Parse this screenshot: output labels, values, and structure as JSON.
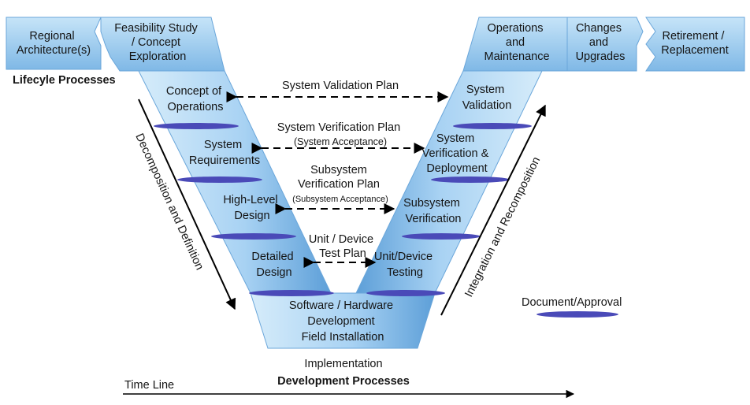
{
  "top_left": {
    "regional": [
      "Regional",
      "Architecture(s)"
    ],
    "feasibility": [
      "Feasibility Study",
      "/ Concept",
      "Exploration"
    ],
    "lifecycle_label": "Lifecyle Processes"
  },
  "top_right": {
    "operations": [
      "Operations",
      "and",
      "Maintenance"
    ],
    "changes": [
      "Changes",
      "and",
      "Upgrades"
    ],
    "retirement": [
      "Retirement /",
      "Replacement"
    ]
  },
  "left_leg": [
    [
      "Concept of",
      "Operations"
    ],
    [
      "System",
      "Requirements"
    ],
    [
      "High-Level",
      "Design"
    ],
    [
      "Detailed",
      "Design"
    ]
  ],
  "right_leg": [
    [
      "System",
      "Validation"
    ],
    [
      "System",
      "Verification &",
      "Deployment"
    ],
    [
      "Subsystem",
      "Verification"
    ],
    [
      "Unit/Device",
      "Testing"
    ]
  ],
  "bottom_block": [
    "Software / Hardware",
    "Development",
    "Field Installation"
  ],
  "plans": {
    "validation": "System Validation Plan",
    "verification": [
      "System Verification Plan",
      "(System Acceptance)"
    ],
    "subsystem": [
      "Subsystem",
      "Verification Plan",
      "(Subsystem Acceptance)"
    ],
    "unit": [
      "Unit / Device",
      "Test Plan"
    ]
  },
  "side_labels": {
    "left": "Decomposition and Definition",
    "right": "Integration and Recomposition"
  },
  "legend": "Document/Approval",
  "implementation": "Implementation",
  "development": "Development Processes",
  "timeline": "Time Line",
  "colors": {
    "box_light": "#bfe0f7",
    "box_dark": "#5d9fd8",
    "approval_disc": "#4a4ab8",
    "arrow": "#000000"
  }
}
